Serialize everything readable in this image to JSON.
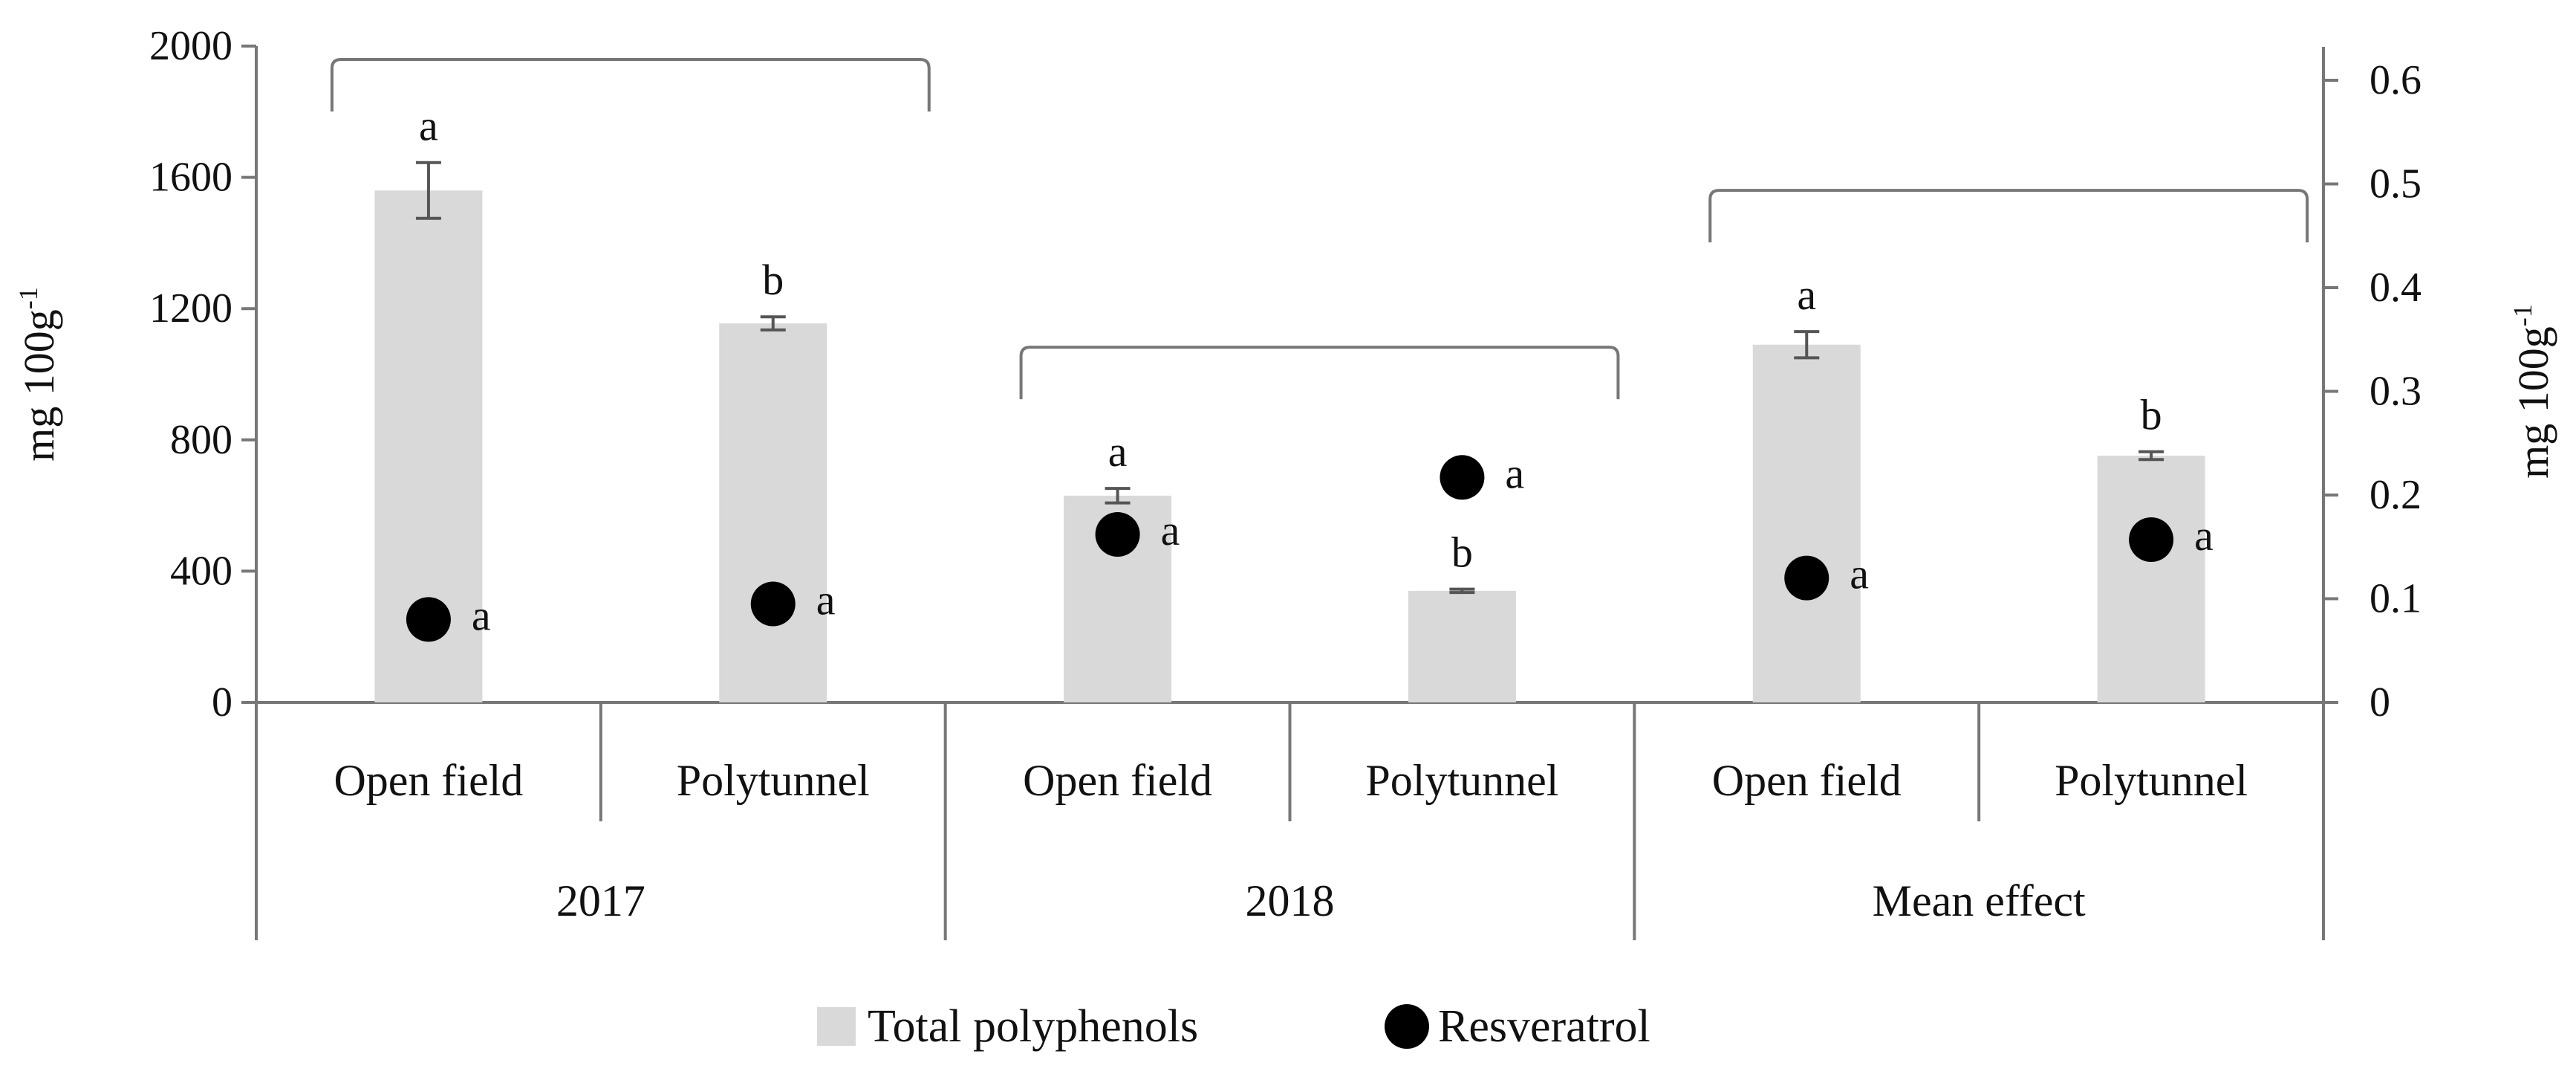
{
  "chart_data": {
    "type": "bar",
    "title": "",
    "y_left_label": "mg 100g",
    "y_left_label_sup": "-1",
    "y_right_label": "mg 100g",
    "y_right_label_sup": "-1",
    "y_left_lim": [
      0,
      2000
    ],
    "y_left_ticks": [
      0,
      400,
      800,
      1200,
      1600,
      2000
    ],
    "y_right_lim": [
      0,
      0.65
    ],
    "y_right_ticks": [
      "0",
      "0.1",
      "0.2",
      "0.3",
      "0.4",
      "0.5",
      "0.6"
    ],
    "categories": [
      "Open field",
      "Polytunnel",
      "Open field",
      "Polytunnel",
      "Open field",
      "Polytunnel"
    ],
    "groups": [
      {
        "label": "2017",
        "span": [
          0,
          1
        ]
      },
      {
        "label": "2018",
        "span": [
          2,
          3
        ]
      },
      {
        "label": "Mean effect",
        "span": [
          4,
          5
        ]
      }
    ],
    "series": [
      {
        "name": "Total polyphenols",
        "type": "bar",
        "axis": "left",
        "color": "#d9d9d9",
        "values": [
          1560,
          1155,
          630,
          340,
          1090,
          752
        ],
        "errors": [
          85,
          20,
          22,
          5,
          40,
          12
        ],
        "letters": [
          "a",
          "b",
          "a",
          "b",
          "a",
          "b"
        ]
      },
      {
        "name": "Resveratrol",
        "type": "scatter",
        "axis": "right",
        "color": "#000000",
        "values": [
          0.08,
          0.095,
          0.162,
          0.217,
          0.12,
          0.157
        ],
        "letters": [
          "a",
          "a",
          "a",
          "a",
          "a",
          "a"
        ]
      }
    ],
    "legend": {
      "position": "bottom",
      "items": [
        "Total polyphenols",
        "Resveratrol"
      ]
    },
    "grid": false
  }
}
